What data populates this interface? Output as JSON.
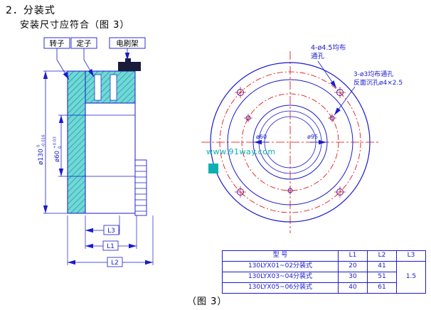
{
  "page": {
    "heading": "2．分装式",
    "subheading": "安装尺寸应符合（图 3）",
    "caption": "（图 3）"
  },
  "section_view": {
    "part_labels": {
      "rotor": "转子",
      "stator": "定子",
      "brush_holder": "电刷架"
    },
    "dimensions": {
      "outer_dia": "ø130",
      "outer_dia_tol_upper": "0",
      "outer_dia_tol_lower": "-0.016",
      "bore_dia": "ø60",
      "bore_dia_tol_upper": "+0.03",
      "bore_dia_tol_lower": "0",
      "l1": "L1",
      "l2": "L2",
      "l3": "L3"
    }
  },
  "front_view": {
    "holes4_note_line1": "4-ø4.5均布",
    "holes4_note_line2": "通孔",
    "holes3_note_line1": "3-ø3均布通孔",
    "holes3_note_line2": "反面沉孔ø4×2.5",
    "dim_bore": "ø60",
    "dim_spigot": "ø95",
    "watermark": "www.91way.com"
  },
  "table": {
    "headers": {
      "model": "型  号",
      "l1": "L1",
      "l2": "L2",
      "l3": "L3"
    },
    "rows": [
      {
        "model": "130LYX01~02分装式",
        "l1": "20",
        "l2": "41"
      },
      {
        "model": "130LYX03~04分装式",
        "l1": "30",
        "l2": "51"
      },
      {
        "model": "130LYX05~06分装式",
        "l1": "40",
        "l2": "61"
      }
    ],
    "l3_value": "1.5"
  }
}
